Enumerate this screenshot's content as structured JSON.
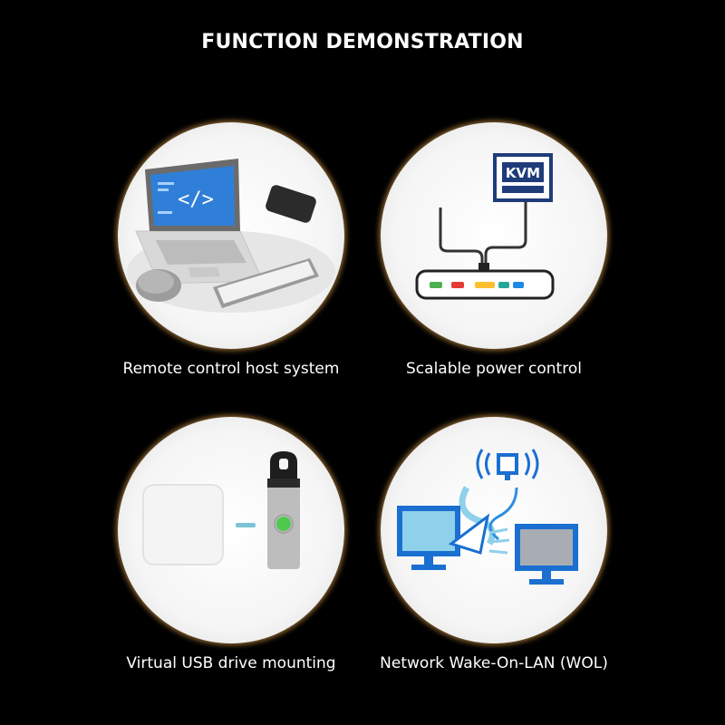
{
  "title": "FUNCTION DEMONSTRATION",
  "features": [
    {
      "caption": "Remote control host system",
      "icon": "laptop-keyboard-mouse-phone-icon",
      "screen_text": "</>"
    },
    {
      "caption": "Scalable power control",
      "icon": "kvm-power-strip-icon",
      "badge_text": "KVM"
    },
    {
      "caption": "Virtual USB drive mounting",
      "icon": "usb-drive-icon"
    },
    {
      "caption": "Network Wake-On-LAN (WOL)",
      "icon": "wake-on-lan-icon"
    }
  ],
  "colors": {
    "background": "#000000",
    "ring": "#f0b049",
    "screen_blue": "#2f7fd8",
    "kvm_navy": "#1f3c7a",
    "wol_blue": "#1a6fd1"
  }
}
